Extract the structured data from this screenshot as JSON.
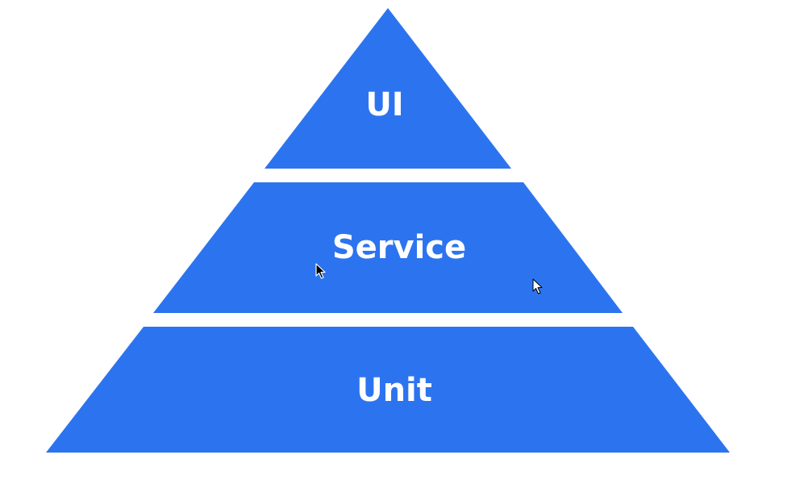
{
  "pyramid": {
    "fill_color": "#2c74ef",
    "label_color": "#ffffff",
    "tiers": [
      {
        "label": "UI"
      },
      {
        "label": "Service"
      },
      {
        "label": "Unit"
      }
    ]
  },
  "cursors": [
    {
      "icon": "arrow-cursor-icon",
      "color": "#000000"
    },
    {
      "icon": "arrow-cursor-icon",
      "color": "#ffffff"
    }
  ]
}
